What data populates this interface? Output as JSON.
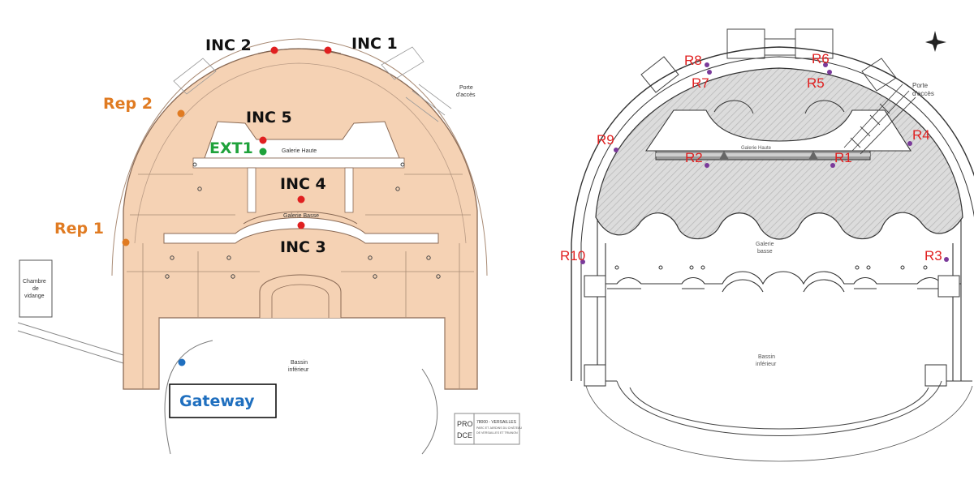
{
  "left_plan": {
    "labels": {
      "inc1": "INC 1",
      "inc2": "INC 2",
      "inc3": "INC 3",
      "inc4": "INC 4",
      "inc5": "INC 5",
      "ext1": "EXT1",
      "rep1": "Rep 1",
      "rep2": "Rep 2",
      "gateway": "Gateway"
    },
    "plan_text": {
      "galerie_haute": "Galerie Haute",
      "galerie_basse": "Galerie Basse",
      "bassin_line1": "Bassin",
      "bassin_line2": "inférieur",
      "porte_line1": "Porte",
      "porte_line2": "d'accès",
      "chambre_line1": "Chambre",
      "chambre_line2": "de",
      "chambre_line3": "vidange"
    },
    "stamp": {
      "logo_line1": "PRO",
      "logo_line2": "DCE",
      "title": "78000 - VERSAILLES",
      "sub1": "PARC ET JARDINS DU CHÂTEAU",
      "sub2": "DE VERSAILLES ET TRIANON"
    },
    "colors": {
      "inc": "#e02020",
      "ext": "#1fa23b",
      "rep": "#e07b22",
      "gateway": "#1f6fbf",
      "fill": "#f5d2b4"
    }
  },
  "right_plan": {
    "labels": {
      "r1": "R1",
      "r2": "R2",
      "r3": "R3",
      "r4": "R4",
      "r5": "R5",
      "r6": "R6",
      "r7": "R7",
      "r8": "R8",
      "r9": "R9",
      "r10": "R10"
    },
    "plan_text": {
      "galerie_haute": "Galerie Haute",
      "galerie_basse_line1": "Galerie",
      "galerie_basse_line2": "basse",
      "bassin_line1": "Bassin",
      "bassin_line2": "inférieur",
      "porte_line1": "Porte",
      "porte_line2": "d'accès"
    },
    "icons": {
      "north_arrow": "compass-rose-icon"
    },
    "colors": {
      "label": "#e02020",
      "marker": "#7a3a9a",
      "hatch": "#c8c8c8"
    }
  }
}
